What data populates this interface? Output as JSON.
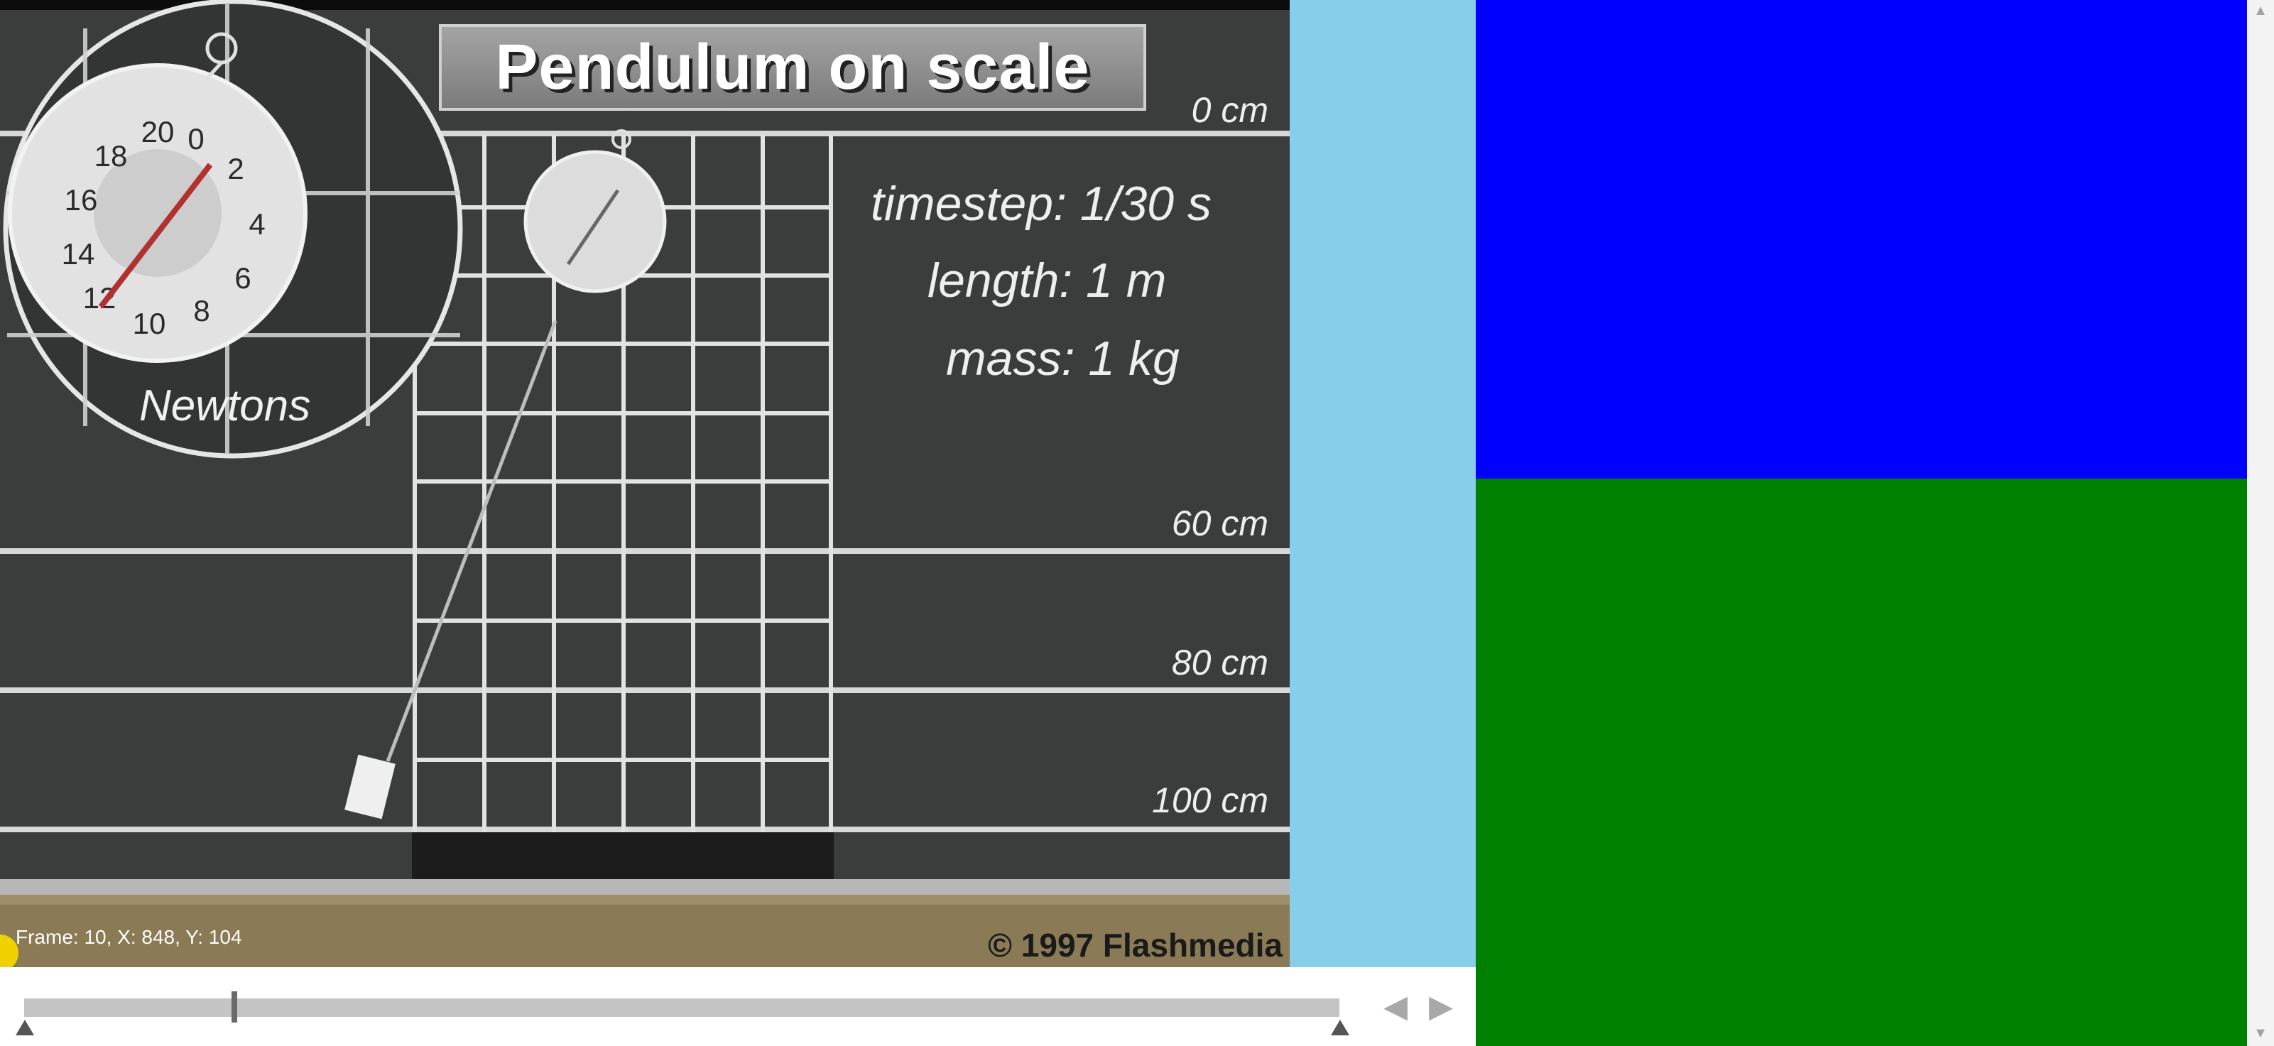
{
  "video": {
    "title": "Pendulum on scale",
    "scale_unit": "Newtons",
    "dial_numbers": [
      "0",
      "2",
      "4",
      "6",
      "8",
      "10",
      "12",
      "14",
      "16",
      "18",
      "20"
    ],
    "height_marks": [
      "0 cm",
      "60 cm",
      "80 cm",
      "100 cm"
    ],
    "parameters": [
      "timestep:  1/30  s",
      "length:  1  m",
      "mass:  1  kg"
    ],
    "copyright": "© 1997 Flashmedia"
  },
  "overlay": {
    "frame_readout": "Frame: 10, X: 848, Y: 104"
  },
  "controls": {
    "playback_progress": 0.16,
    "prev_icon": "◀",
    "next_icon": "▶"
  },
  "panels": {
    "side_color": "#87ceeb",
    "top_color": "#0000ff",
    "bottom_color": "#008000"
  },
  "scrollbar": {
    "up_icon": "▲",
    "down_icon": "▼"
  }
}
